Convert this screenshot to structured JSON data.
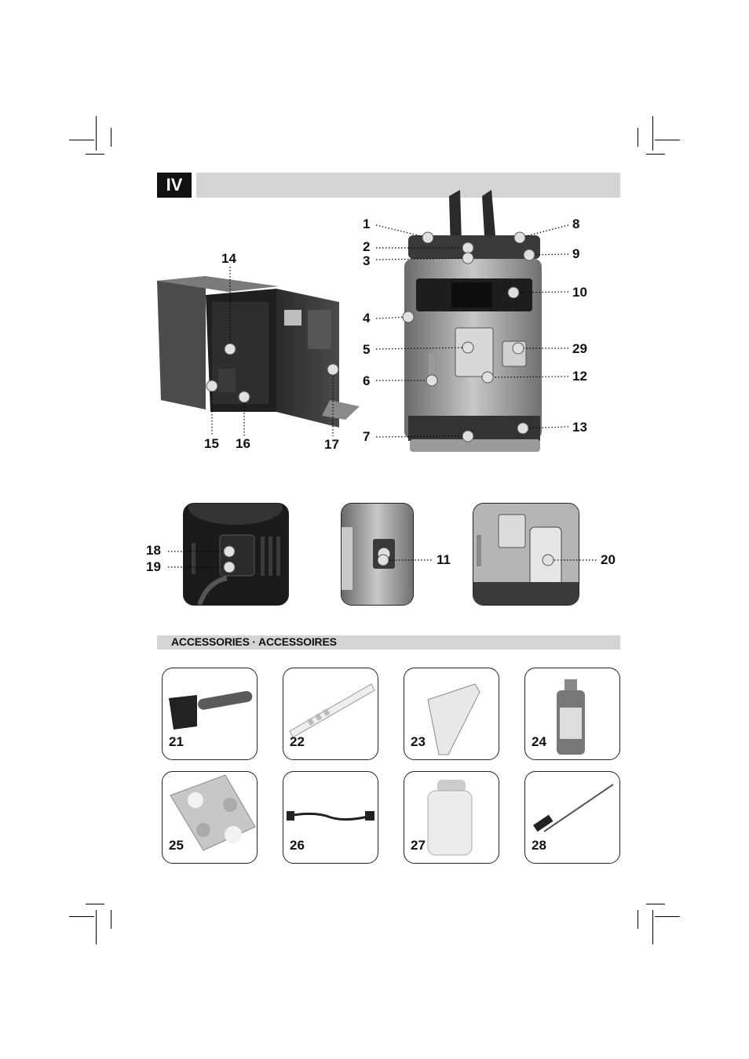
{
  "section": {
    "roman": "IV"
  },
  "accessories": {
    "title": "ACCESSORIES · ACCESSOIRES"
  },
  "callouts": {
    "c1": "1",
    "c2": "2",
    "c3": "3",
    "c4": "4",
    "c5": "5",
    "c6": "6",
    "c7": "7",
    "c8": "8",
    "c9": "9",
    "c10": "10",
    "c11": "11",
    "c12": "12",
    "c13": "13",
    "c14": "14",
    "c15": "15",
    "c16": "16",
    "c17": "17",
    "c18": "18",
    "c19": "19",
    "c20": "20",
    "c29": "29"
  },
  "items": [
    "21",
    "22",
    "23",
    "24",
    "25",
    "26",
    "27",
    "28"
  ],
  "icons": [
    "coffee-machine-front",
    "coffee-machine-open-side",
    "power-switch-inset",
    "coffee-dispenser-inset",
    "milk-carafe-inset",
    "grease-applicator",
    "test-strip",
    "lubricant-tube",
    "descaler-bottle",
    "cleaning-tablets",
    "power-cord",
    "water-filter",
    "cleaning-brush"
  ]
}
